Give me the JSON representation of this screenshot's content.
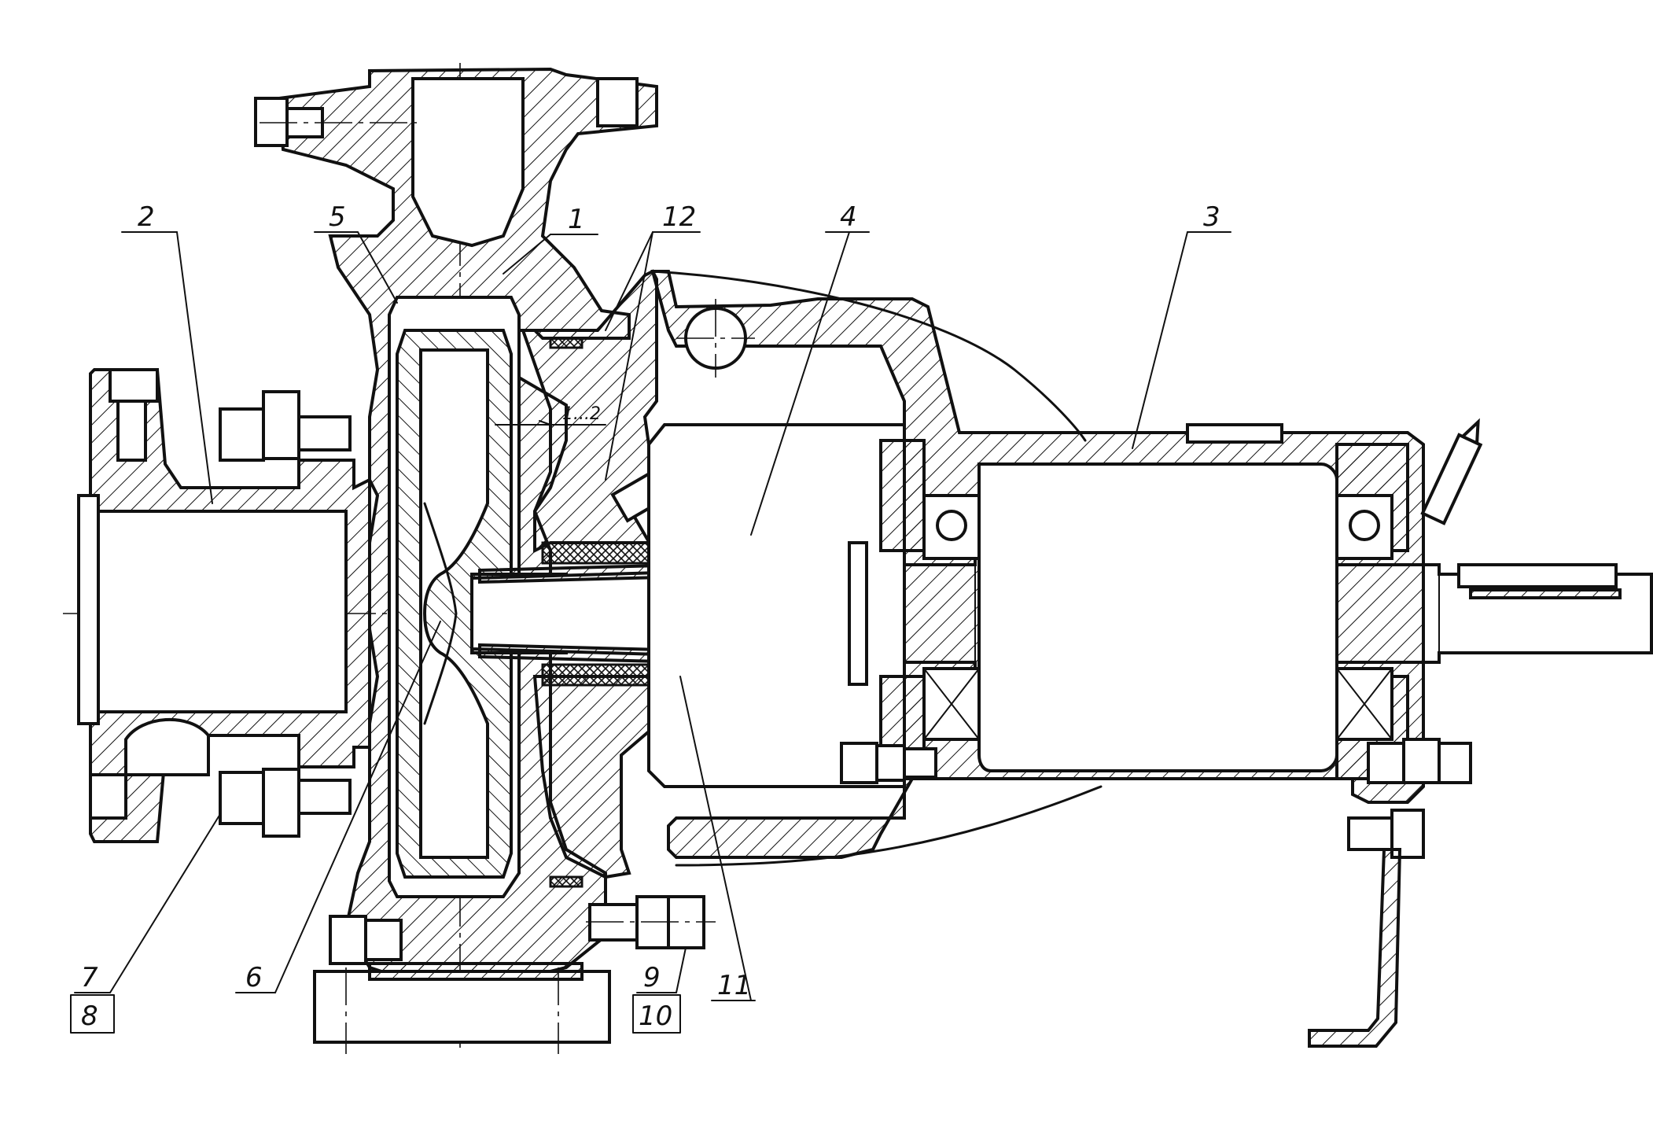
{
  "drawing": {
    "kind": "centrifugal pump sectional assembly",
    "colors": {
      "ink": "#111111",
      "paper": "#ffffff"
    }
  },
  "callouts": [
    {
      "id": "c1",
      "label": "1",
      "underline_label": ""
    },
    {
      "id": "c2",
      "label": "2",
      "underline_label": ""
    },
    {
      "id": "c3",
      "label": "3",
      "underline_label": ""
    },
    {
      "id": "c4",
      "label": "4",
      "underline_label": ""
    },
    {
      "id": "c5",
      "label": "5",
      "underline_label": ""
    },
    {
      "id": "c6",
      "label": "6",
      "underline_label": ""
    },
    {
      "id": "c11",
      "label": "11",
      "underline_label": ""
    },
    {
      "id": "c12",
      "label": "12",
      "underline_label": ""
    },
    {
      "id": "c78",
      "label": "7",
      "underline_label": "8"
    },
    {
      "id": "c910",
      "label": "9",
      "underline_label": "10"
    }
  ],
  "annotations": {
    "gap": "1...2"
  }
}
